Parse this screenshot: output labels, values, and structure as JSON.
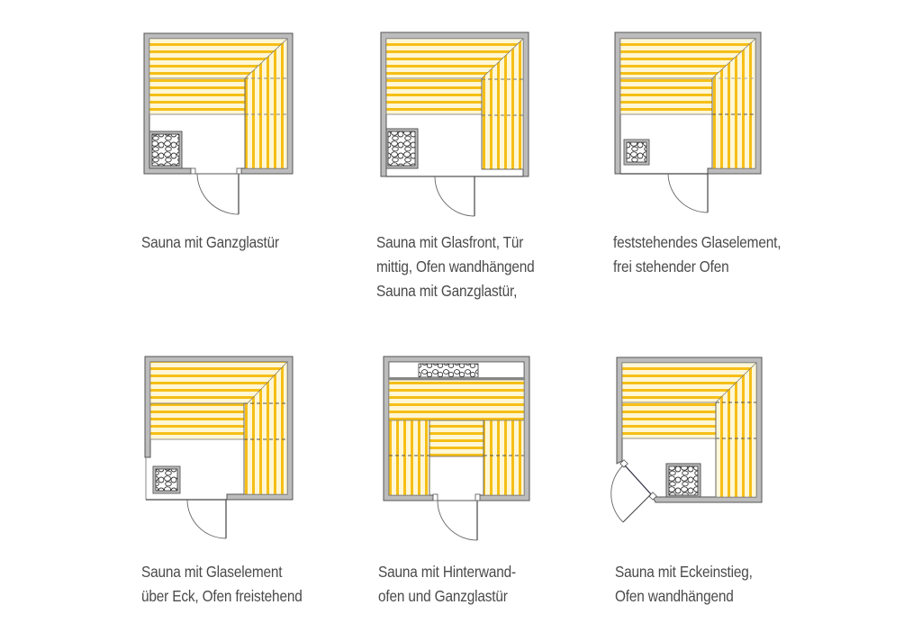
{
  "colors": {
    "wall_fill": "#bcbcbc",
    "wall_stroke": "#555555",
    "bench_stripe": "#f6bf17",
    "bench_stripe_light": "#fff4cc",
    "text": "#4a4a4a",
    "background": "#ffffff"
  },
  "layouts": [
    {
      "id": "layout-1",
      "caption_lines": [
        "Sauna mit Ganzglastür"
      ],
      "features": [
        "L-shaped bench",
        "oven-icon bottom-left",
        "glass door centered bottom"
      ]
    },
    {
      "id": "layout-2",
      "caption_lines": [
        "Sauna mit Glasfront, Tür",
        "mittig, Ofen wandhängend",
        "Sauna mit Ganzglastür,"
      ],
      "features": [
        "L-shaped bench",
        "wall-mounted oven bottom-left",
        "glass front with centered door"
      ]
    },
    {
      "id": "layout-3",
      "caption_lines": [
        "feststehendes Glaselement,",
        "frei stehender Ofen"
      ],
      "features": [
        "L-shaped bench",
        "freestanding oven",
        "fixed glass element with door"
      ]
    },
    {
      "id": "layout-4",
      "caption_lines": [
        "Sauna mit Glaselement",
        "über Eck, Ofen freistehend"
      ],
      "features": [
        "L-shaped bench",
        "freestanding oven",
        "corner glass element"
      ]
    },
    {
      "id": "layout-5",
      "caption_lines": [
        "Sauna mit Hinterwand-",
        "ofen und Ganzglastür"
      ],
      "features": [
        "U-shaped bench",
        "rear wall oven",
        "glass door centered bottom"
      ]
    },
    {
      "id": "layout-6",
      "caption_lines": [
        "Sauna mit Eckeinstieg,",
        "Ofen wandhängend"
      ],
      "features": [
        "L-shaped bench",
        "wall-mounted oven",
        "corner entrance door"
      ]
    }
  ]
}
